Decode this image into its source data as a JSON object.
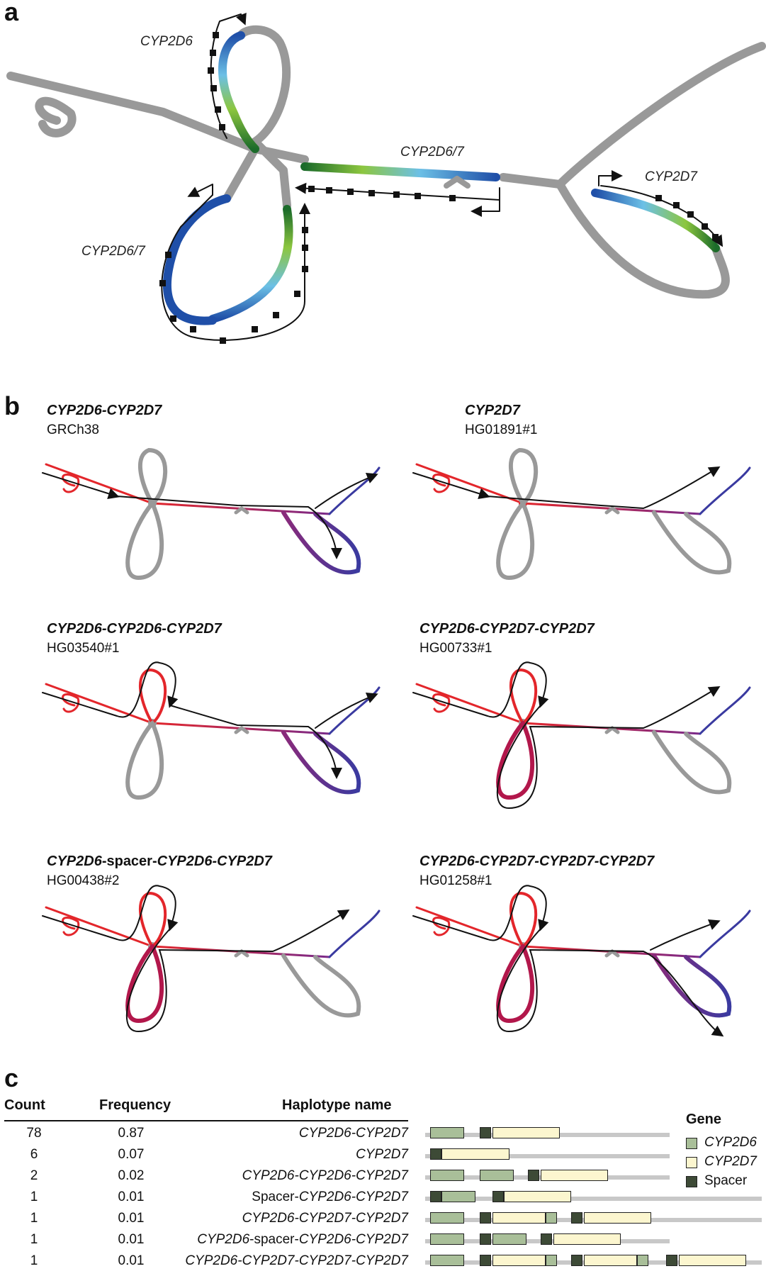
{
  "panels": {
    "a": "a",
    "b": "b",
    "c": "c"
  },
  "panel_a": {
    "labels": {
      "top_left": "CYP2D6",
      "center": "CYP2D6/7",
      "left_loop": "CYP2D6/7",
      "right": "CYP2D7"
    }
  },
  "panel_b": [
    {
      "title": "CYP2D6-CYP2D7",
      "sample": "GRCh38"
    },
    {
      "title": "CYP2D7",
      "sample": "HG01891#1"
    },
    {
      "title": "CYP2D6-CYP2D6-CYP2D7",
      "sample": "HG03540#1"
    },
    {
      "title": "CYP2D6-CYP2D7-CYP2D7",
      "sample": "HG00733#1"
    },
    {
      "title_part1": "CYP2D6",
      "title_part2": "-spacer-",
      "title_part3": "CYP2D6-CYP2D7",
      "sample": "HG00438#2"
    },
    {
      "title": "CYP2D6-CYP2D7-CYP2D7-CYP2D7",
      "sample": "HG01258#1"
    }
  ],
  "panel_c": {
    "headers": {
      "count": "Count",
      "frequency": "Frequency",
      "haplotype": "Haplotype name"
    },
    "rows": [
      {
        "count": "78",
        "frequency": "0.87",
        "name": "CYP2D6-CYP2D7"
      },
      {
        "count": "6",
        "frequency": "0.07",
        "name": "CYP2D7"
      },
      {
        "count": "2",
        "frequency": "0.02",
        "name": "CYP2D6-CYP2D6-CYP2D7"
      },
      {
        "count": "1",
        "frequency": "0.01",
        "name_upright": "Spacer-",
        "name": "CYP2D6-CYP2D7"
      },
      {
        "count": "1",
        "frequency": "0.01",
        "name": "CYP2D6-CYP2D7-CYP2D7"
      },
      {
        "count": "1",
        "frequency": "0.01",
        "name_pre": "CYP2D6",
        "name_upright": "-spacer-",
        "name": "CYP2D6-CYP2D7"
      },
      {
        "count": "1",
        "frequency": "0.01",
        "name": "CYP2D6-CYP2D7-CYP2D7-CYP2D7"
      }
    ],
    "legend": {
      "title": "Gene",
      "items": [
        "CYP2D6",
        "CYP2D7",
        "Spacer"
      ]
    },
    "colors": {
      "CYP2D6": "#a9bf99",
      "CYP2D7": "#fcf6cf",
      "Spacer": "#3d4a36"
    }
  }
}
